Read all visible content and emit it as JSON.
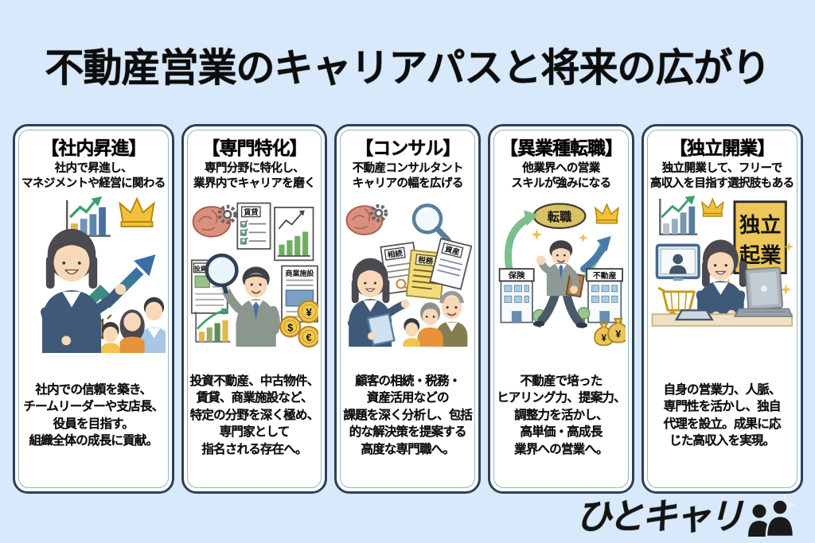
{
  "page": {
    "title": "不動産営業のキャリアパスと将来の広がり"
  },
  "colors": {
    "background": "#d7e9fb",
    "card_border": "#2e4057",
    "accent_gold": "#eec75a",
    "accent_green": "#3da06a",
    "accent_blue": "#3c6ea8"
  },
  "cards": [
    {
      "id": "internal-promotion",
      "title": "【社内昇進】",
      "subtitle": "社内で昇進し、\nマネジメントや経営に関わる",
      "description": "社内での信頼を築き、\nチームリーダーや支店長、\n役員を目指す。\n組織全体の成長に貢献。"
    },
    {
      "id": "specialization",
      "title": "【専門特化】",
      "subtitle": "専門分野に特化し、\n業界内でキャリアを磨く",
      "description": "投資不動産、中古物件、\n賃貸、商業施設など、\n特定の分野を深く極め、\n専門家として\n指名される存在へ。",
      "labels": {
        "doc_rental": "賃貸",
        "doc_investment": "投資不動産",
        "doc_commercial": "商業施設",
        "coin_dollar": "$",
        "coin_yen": "¥",
        "coin_euro": "€"
      }
    },
    {
      "id": "consulting",
      "title": "【コンサル】",
      "subtitle": "不動産コンサルタント\nキャリアの幅を広げる",
      "description": "顧客の相続・税務・\n資産活用などの\n課題を深く分析し、包括\n的な解決策を提案する\n高度な専門職へ。",
      "labels": {
        "doc_inheritance": "相続",
        "doc_tax": "税務",
        "doc_asset": "資産"
      }
    },
    {
      "id": "industry-change",
      "title": "【異業種転職】",
      "subtitle": "他業界への営業\nスキルが強みになる",
      "description": "不動産で培った\nヒアリング力、提案力、\n調整力を活かし、\n高単価・高成長\n業界への営業へ。",
      "labels": {
        "badge_job_change": "転職",
        "building_insurance": "保険",
        "building_realestate": "不動産",
        "money_bag_yen": "¥"
      }
    },
    {
      "id": "independence",
      "title": "【独立開業】",
      "subtitle": "独立開業して、フリーで\n高収入を目指す選択肢もある",
      "description": "自身の営業力、人脈、\n専門性を活かし、独自\n代理を設立。成果に応\nじた高収入を実現。",
      "labels": {
        "sign_line1": "独立",
        "sign_line2": "起業"
      }
    }
  ],
  "logo": {
    "text": "ひとキャリ"
  }
}
